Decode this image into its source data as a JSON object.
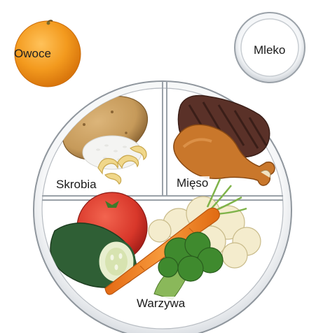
{
  "labels": {
    "fruit": "Owoce",
    "dairy": "Mleko",
    "starch": "Skrobia",
    "meat": "Mięso",
    "vegetables": "Warzywa"
  },
  "colors": {
    "orange": "#f39a1e",
    "plate_rim": "#d9dde2",
    "potato": "#c69a5a",
    "steak": "#5a3128",
    "chicken": "#c9772b",
    "tomato": "#d8372a",
    "cucumber": "#2f5f35",
    "carrot": "#f07e22",
    "broccoli": "#3f8a2e",
    "cauliflower": "#f4eccd"
  }
}
